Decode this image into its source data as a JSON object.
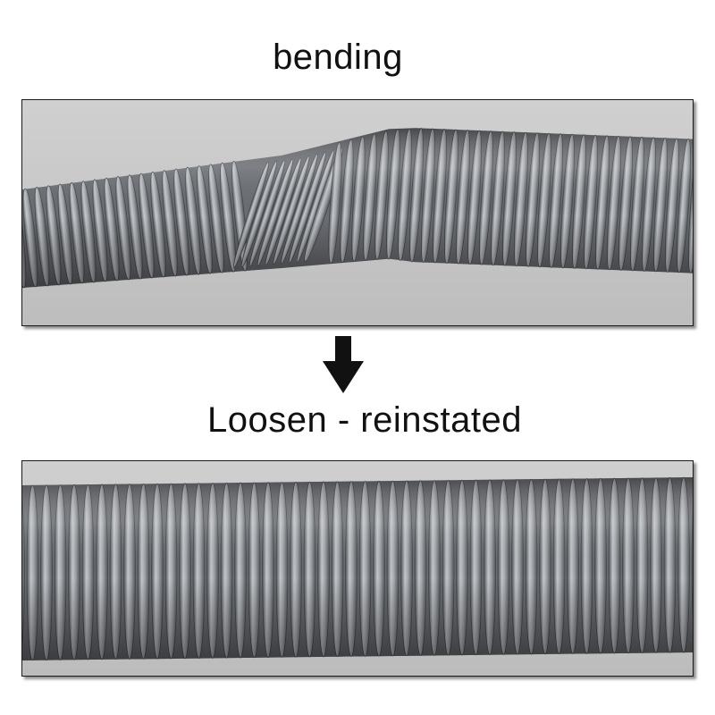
{
  "captions": {
    "top": "bending",
    "bottom": "Loosen - reinstated"
  },
  "images": {
    "top": {
      "subject": "bent-hose-photo"
    },
    "bottom": {
      "subject": "straight-hose-photo"
    }
  },
  "icons": {
    "arrow": "down-arrow-icon"
  },
  "colors": {
    "background": "#ffffff",
    "text": "#111111",
    "hose_light": "#b9bcc0",
    "hose_dark": "#5a5d62",
    "photo_background": "#c9c9c9"
  }
}
